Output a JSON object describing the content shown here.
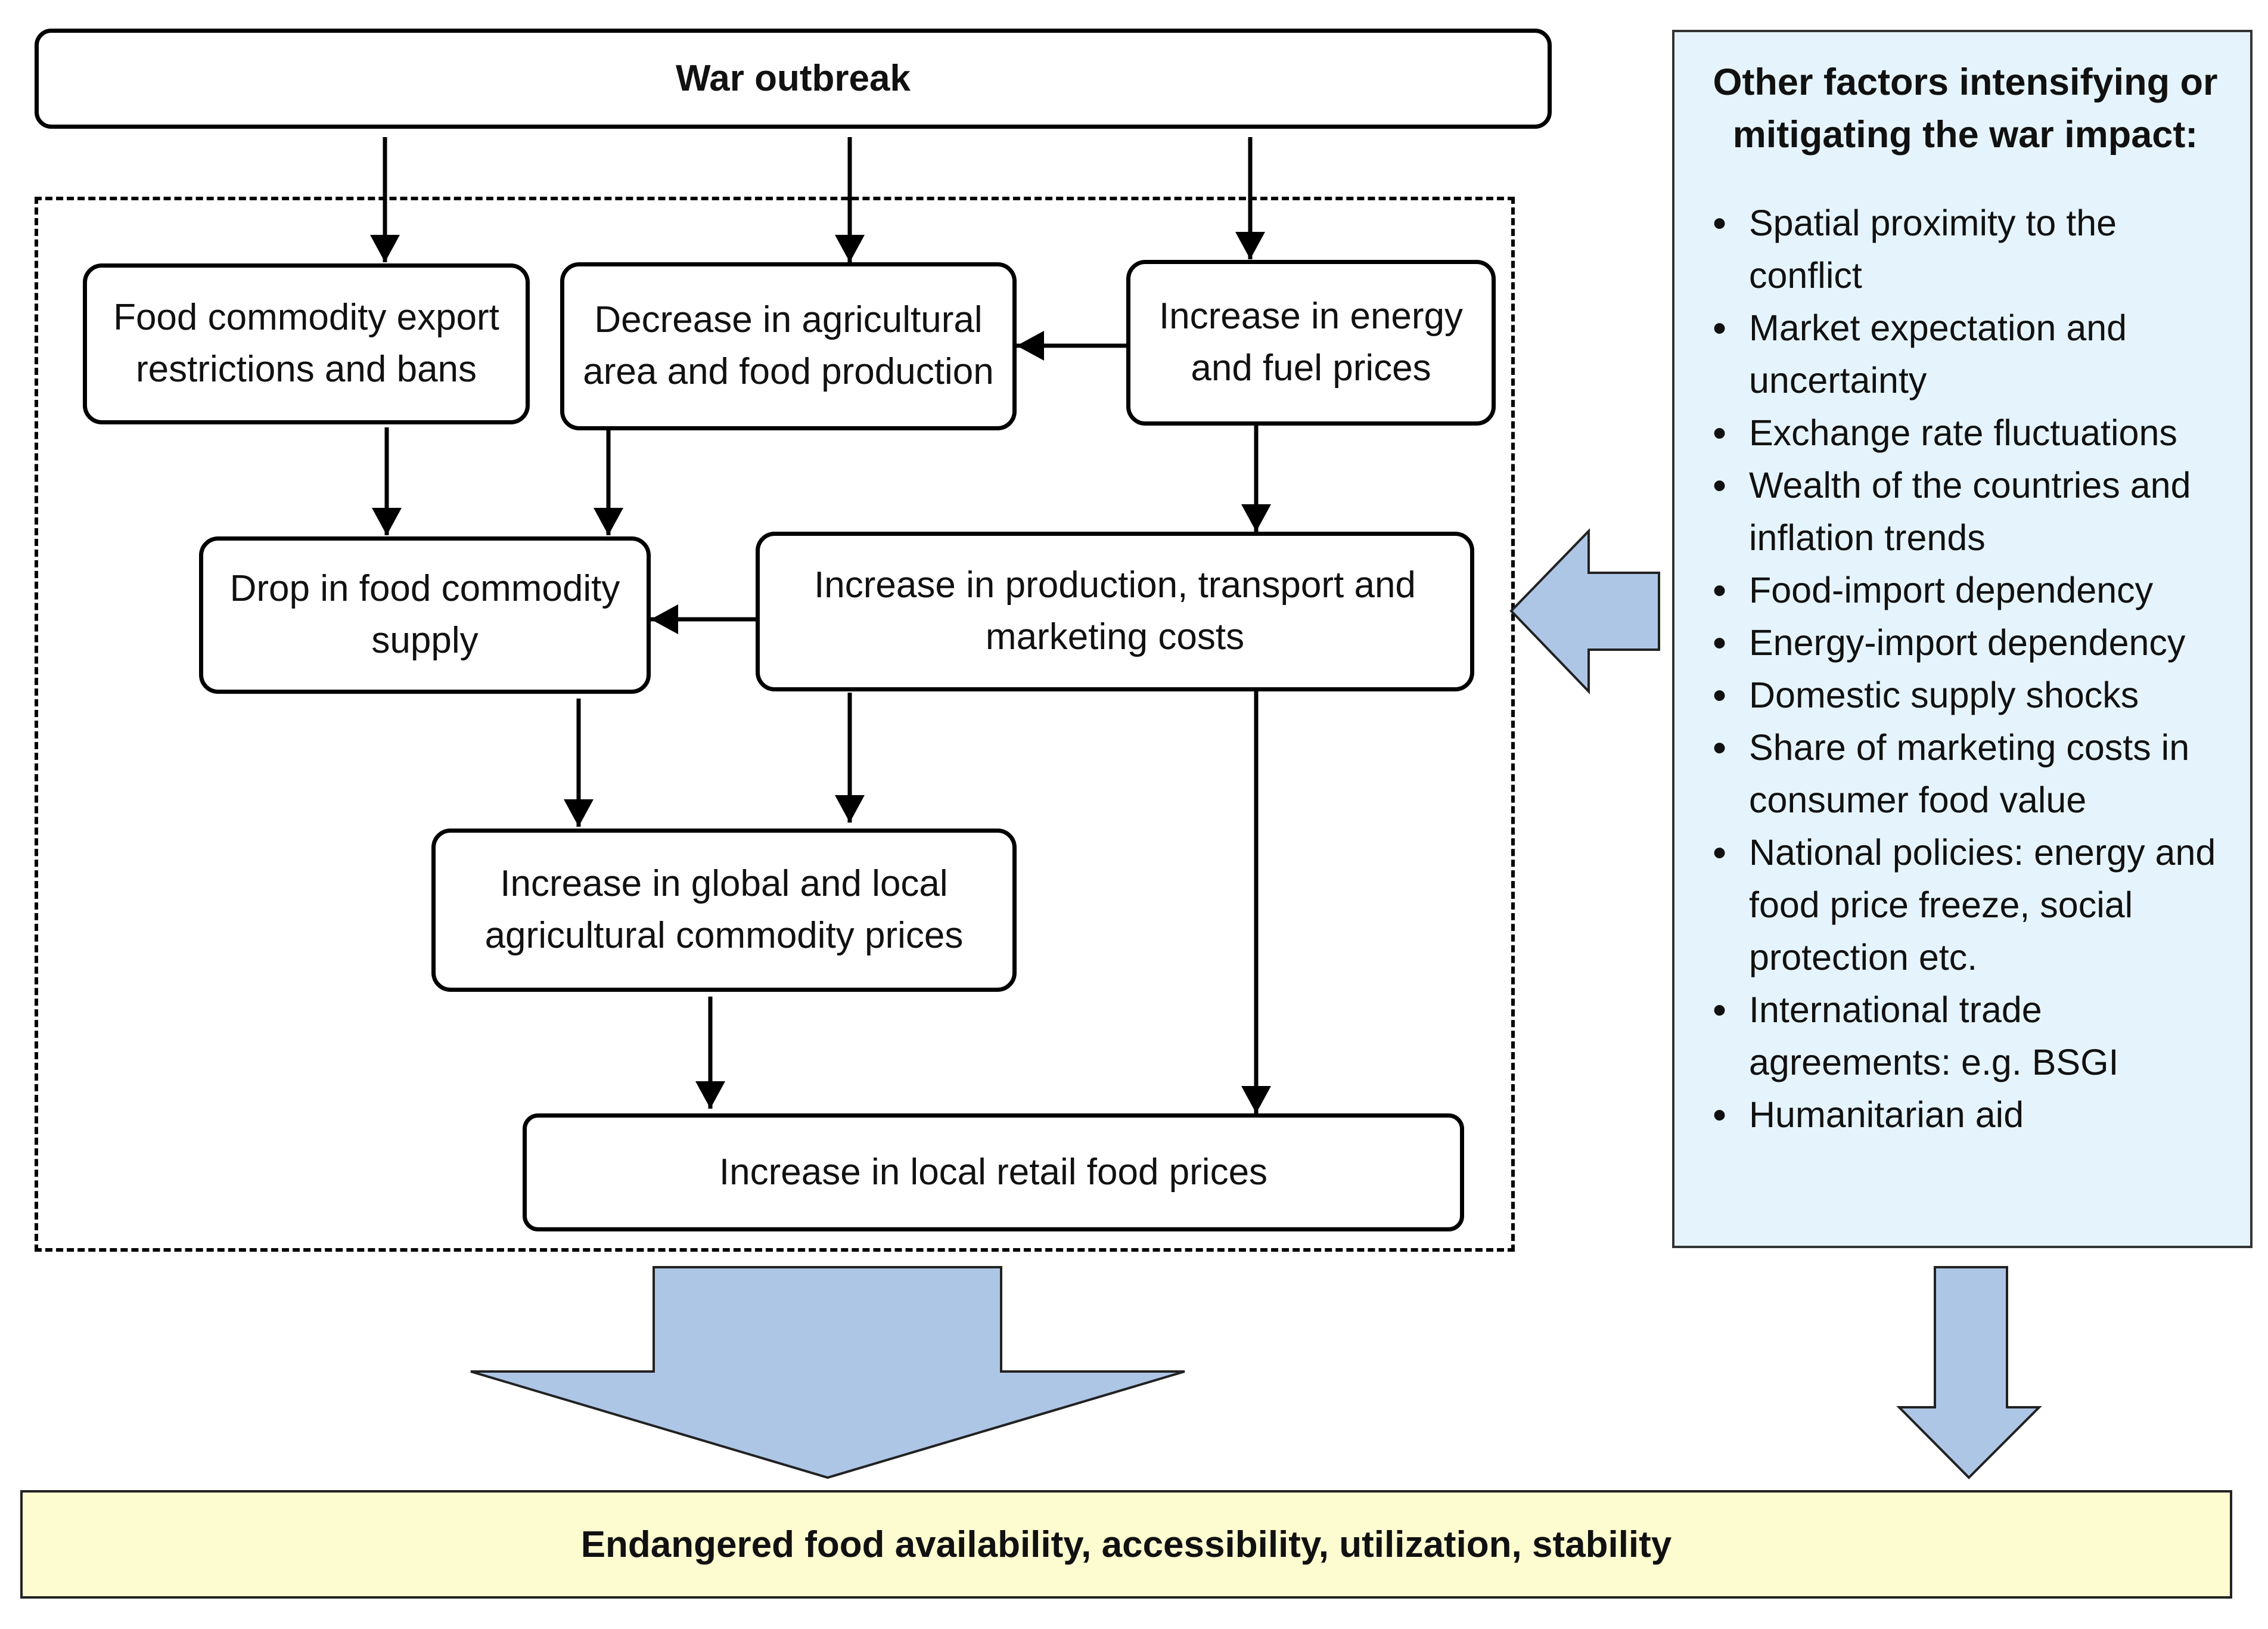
{
  "boxes": {
    "war_outbreak": "War outbreak",
    "export_restrictions": "Food commodity export restrictions and bans",
    "decrease_agri": "Decrease in agricultural area and food production",
    "energy_prices": "Increase in energy and fuel prices",
    "drop_supply": "Drop in food commodity supply",
    "production_costs": "Increase in production, transport and marketing costs",
    "commodity_prices": "Increase in global and local agricultural commodity prices",
    "retail_prices": "Increase in local retail food prices"
  },
  "factors": {
    "title": "Other factors intensifying or mitigating the war impact:",
    "items": [
      "Spatial proximity to the conflict",
      "Market expectation and uncertainty",
      "Exchange rate fluctuations",
      "Wealth of the countries and inflation trends",
      "Food-import dependency",
      "Energy-import dependency",
      "Domestic supply shocks",
      "Share of marketing costs in consumer food value",
      "National policies: energy and food price freeze, social protection etc.",
      "International trade agreements: e.g. BSGI",
      "Humanitarian aid"
    ]
  },
  "outcome": "Endangered food availability, accessibility, utilization, stability",
  "colors": {
    "arrow_fill": "#adc6e6",
    "factors_bg": "#e5f4fc",
    "outcome_bg": "#fdfbd0"
  }
}
